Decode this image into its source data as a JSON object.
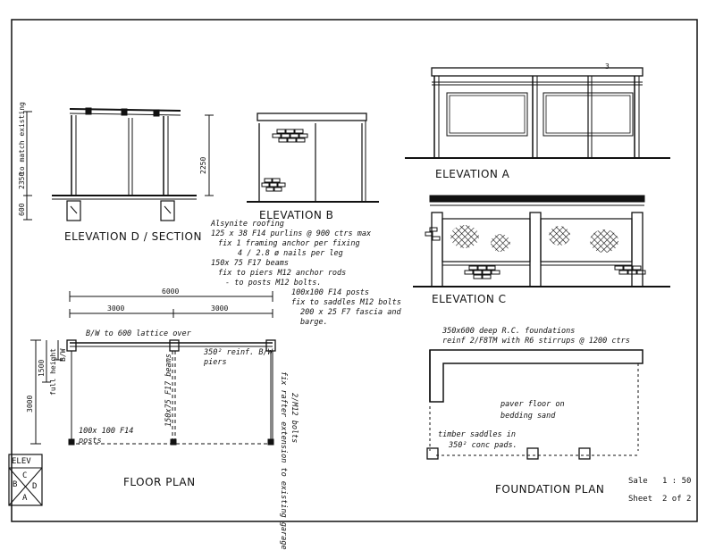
{
  "titles": {
    "elev_d": "ELEVATION  D / SECTION",
    "elev_b": "ELEVATION  B",
    "elev_a": "ELEVATION  A",
    "elev_c": "ELEVATION  C",
    "floor_plan": "FLOOR  PLAN",
    "foundation_plan": "FOUNDATION  PLAN"
  },
  "spec_notes": [
    "Alsynite  roofing",
    "125 x 38  F14  purlins @ 900 ctrs  max",
    "fix 1 framing  anchor  per  fixing",
    "4 / 2.8 ø  nails  per  leg",
    "150x 75  F17  beams",
    "fix to piers  M12 anchor rods",
    "- to posts  M12  bolts.",
    "100x100  F14  posts",
    "fix to saddles M12 bolts",
    "200 x 25  F7  fascia  and",
    "barge."
  ],
  "dims": {
    "d_total": "to match existing",
    "d_2350": "2350",
    "d_600": "600",
    "d_2250": "2250",
    "fp_6000": "6000",
    "fp_3000_left": "3000",
    "fp_3000_right": "3000",
    "fp_3000_side": "3000",
    "fp_1500": "1500",
    "fp_full_height": "full height",
    "fp_bw": "B/W"
  },
  "floor_plan_notes": {
    "lattice": "B/W to 600  lattice  over",
    "piers": "350²  reinf. B/W piers",
    "beams": "150x75  F17  beams",
    "posts": "100x 100  F14 posts",
    "rafter": "fix  rafter  extension  to existing  garage",
    "bolts": "2/M12  bolts"
  },
  "foundation_notes": {
    "footing1": "350x600 deep R.C. foundations",
    "footing2": "reinf  2/F8TM with R6 stirrups @ 1200 ctrs",
    "paver1": "paver  floor  on",
    "paver2": "bedding  sand",
    "saddle1": "timber  saddles  in",
    "saddle2": "350²  conc  pads."
  },
  "key": {
    "title": "ELEV",
    "b": "B",
    "c": "C",
    "d": "D",
    "a": "A"
  },
  "scale_label": "Sale",
  "scale_value": "1 : 50",
  "sheet_label": "Sheet",
  "sheet_value": "2 of 2",
  "elev_a_marker": "3"
}
